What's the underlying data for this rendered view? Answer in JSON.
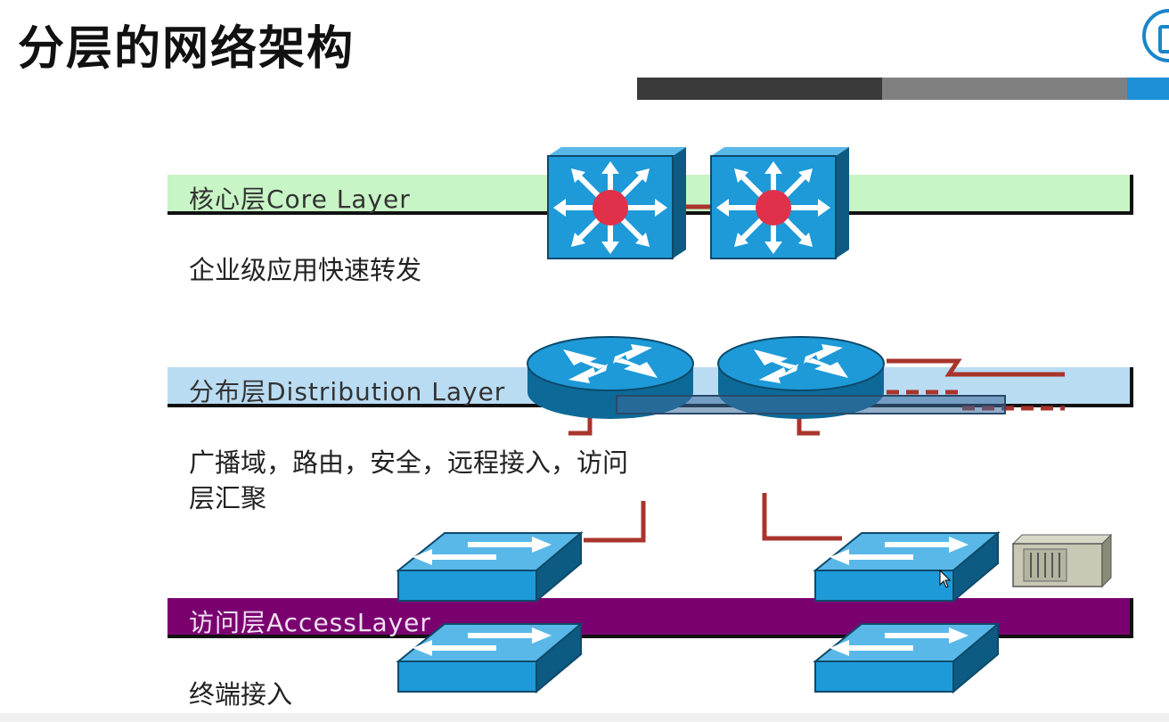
{
  "slide": {
    "title": "分层的网络架构"
  },
  "progress_bar": {
    "segments": [
      {
        "color": "#3a3a3a",
        "fraction": 0.46
      },
      {
        "color": "#808080",
        "fraction": 0.46
      },
      {
        "color": "#1e90d8",
        "fraction": 0.08
      }
    ]
  },
  "layers": [
    {
      "name": "core",
      "label": "核心层Core Layer",
      "color": "#c8f5c6",
      "text_color": "#333333",
      "description": "企业级应用快速转发"
    },
    {
      "name": "distribution",
      "label": "分布层Distribution Layer",
      "color": "#b9dcf3",
      "text_color": "#333333",
      "description_line1": "广播域，路由，安全，远程接入，访问",
      "description_line2": "层汇聚"
    },
    {
      "name": "access",
      "label": "访问层AccessLayer",
      "color": "#7a0070",
      "text_color": "#f0e0f0",
      "description": "终端接入"
    }
  ],
  "devices": {
    "core_switch_icon": "layer3-switch-icon",
    "router_icon": "router-icon",
    "access_switch_icon": "workgroup-switch-icon",
    "server_icon": "server-icon"
  },
  "colors": {
    "device_blue": "#1e9ad8",
    "device_dark": "#0d5b82",
    "link_red": "#a8342c",
    "core_center": "#e0304a"
  }
}
